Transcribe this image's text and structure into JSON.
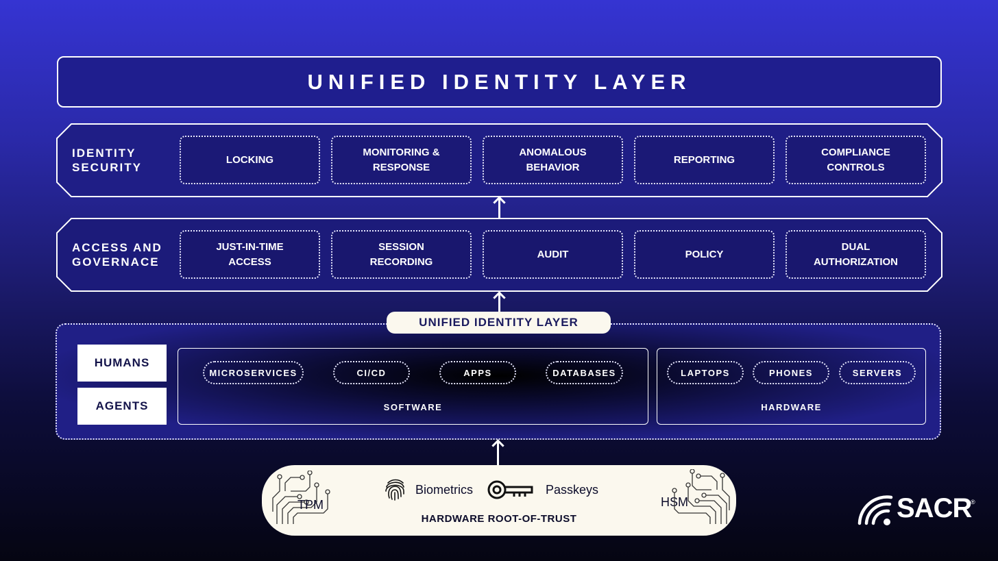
{
  "title": "UNIFIED IDENTITY LAYER",
  "identity_security": {
    "label_line1": "IDENTITY",
    "label_line2": "SECURITY",
    "items": [
      {
        "line1": "LOCKING",
        "line2": ""
      },
      {
        "line1": "MONITORING &",
        "line2": "RESPONSE"
      },
      {
        "line1": "ANOMALOUS",
        "line2": "BEHAVIOR"
      },
      {
        "line1": "REPORTING",
        "line2": ""
      },
      {
        "line1": "COMPLIANCE",
        "line2": "CONTROLS"
      }
    ]
  },
  "access_governance": {
    "label_line1": "ACCESS AND",
    "label_line2": "GOVERNACE",
    "items": [
      {
        "line1": "JUST-IN-TIME",
        "line2": "ACCESS"
      },
      {
        "line1": "SESSION",
        "line2": "RECORDING"
      },
      {
        "line1": "AUDIT",
        "line2": ""
      },
      {
        "line1": "POLICY",
        "line2": ""
      },
      {
        "line1": "DUAL",
        "line2": "AUTHORIZATION"
      }
    ]
  },
  "identity_banner": "UNIFIED IDENTITY LAYER",
  "identities": [
    "HUMANS",
    "AGENTS"
  ],
  "software": {
    "caption": "SOFTWARE",
    "chips": [
      "MICROSERVICES",
      "CI/CD",
      "APPS",
      "DATABASES"
    ]
  },
  "hardware": {
    "caption": "HARDWARE",
    "chips": [
      "LAPTOPS",
      "PHONES",
      "SERVERS"
    ]
  },
  "root_of_trust": {
    "caption": "HARDWARE ROOT-OF-TRUST",
    "tpm": "TPM",
    "biometrics": "Biometrics",
    "passkeys": "Passkeys",
    "hsm": "HSM",
    "icons": [
      "circuit-icon",
      "fingerprint-icon",
      "key-icon",
      "circuit-icon"
    ]
  },
  "logo": {
    "text": "SACR",
    "mark": "®"
  },
  "colors": {
    "accent": "#3534d2",
    "panel": "#1f1e8e",
    "cream": "#fbf8ee",
    "ink": "#13134a"
  }
}
